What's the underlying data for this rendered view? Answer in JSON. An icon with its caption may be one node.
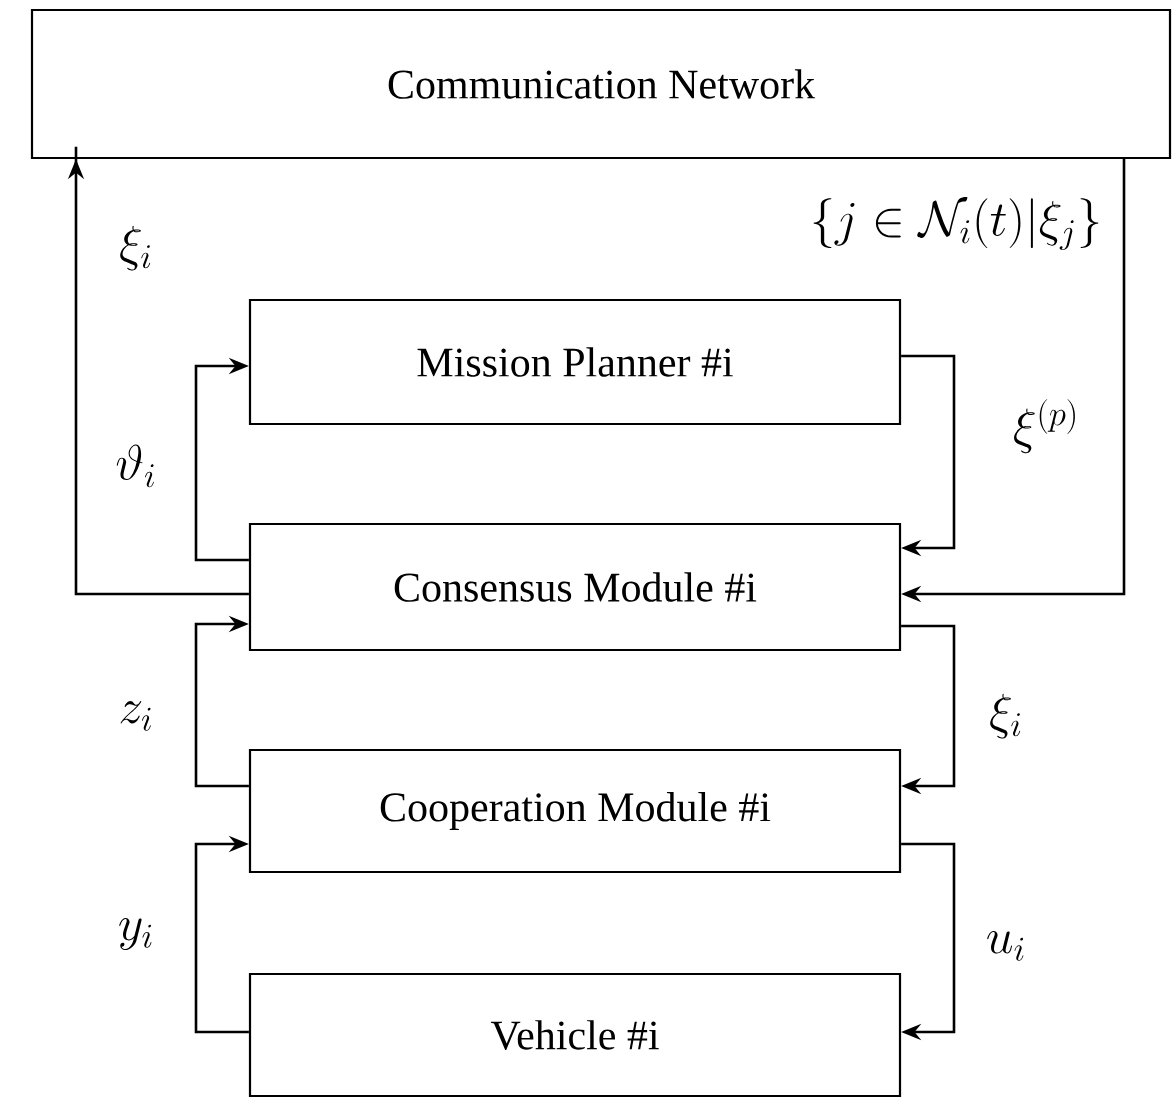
{
  "diagram": {
    "nodes": [
      {
        "text": [
          "Communication Network"
        ]
      },
      {
        "text": [
          "Mission Planner #i"
        ]
      },
      {
        "text": [
          "Consensus Module #i"
        ]
      },
      {
        "text": [
          "Cooperation Module #i"
        ]
      },
      {
        "text": [
          "Vehicle #i"
        ]
      }
    ],
    "edges": [
      {
        "from": 2,
        "to": 0,
        "arrow": "to",
        "label": "\\xi_i"
      },
      {
        "from": 0,
        "to": 2,
        "arrow": "to",
        "label": "\\{j\\in\\mathcal{N}_i(t)|\\xi_j\\}"
      },
      {
        "from": 2,
        "to": 1,
        "arrow": "to",
        "label": "\\vartheta_i"
      },
      {
        "from": 1,
        "to": 2,
        "arrow": "to",
        "label": "\\xi^{(p)}"
      },
      {
        "from": 3,
        "to": 2,
        "arrow": "to",
        "label": "z_i"
      },
      {
        "from": 2,
        "to": 3,
        "arrow": "to",
        "label": "\\xi_i"
      },
      {
        "from": 4,
        "to": 3,
        "arrow": "to",
        "label": "y_i"
      },
      {
        "from": 3,
        "to": 4,
        "arrow": "to",
        "label": "u_i"
      }
    ]
  }
}
